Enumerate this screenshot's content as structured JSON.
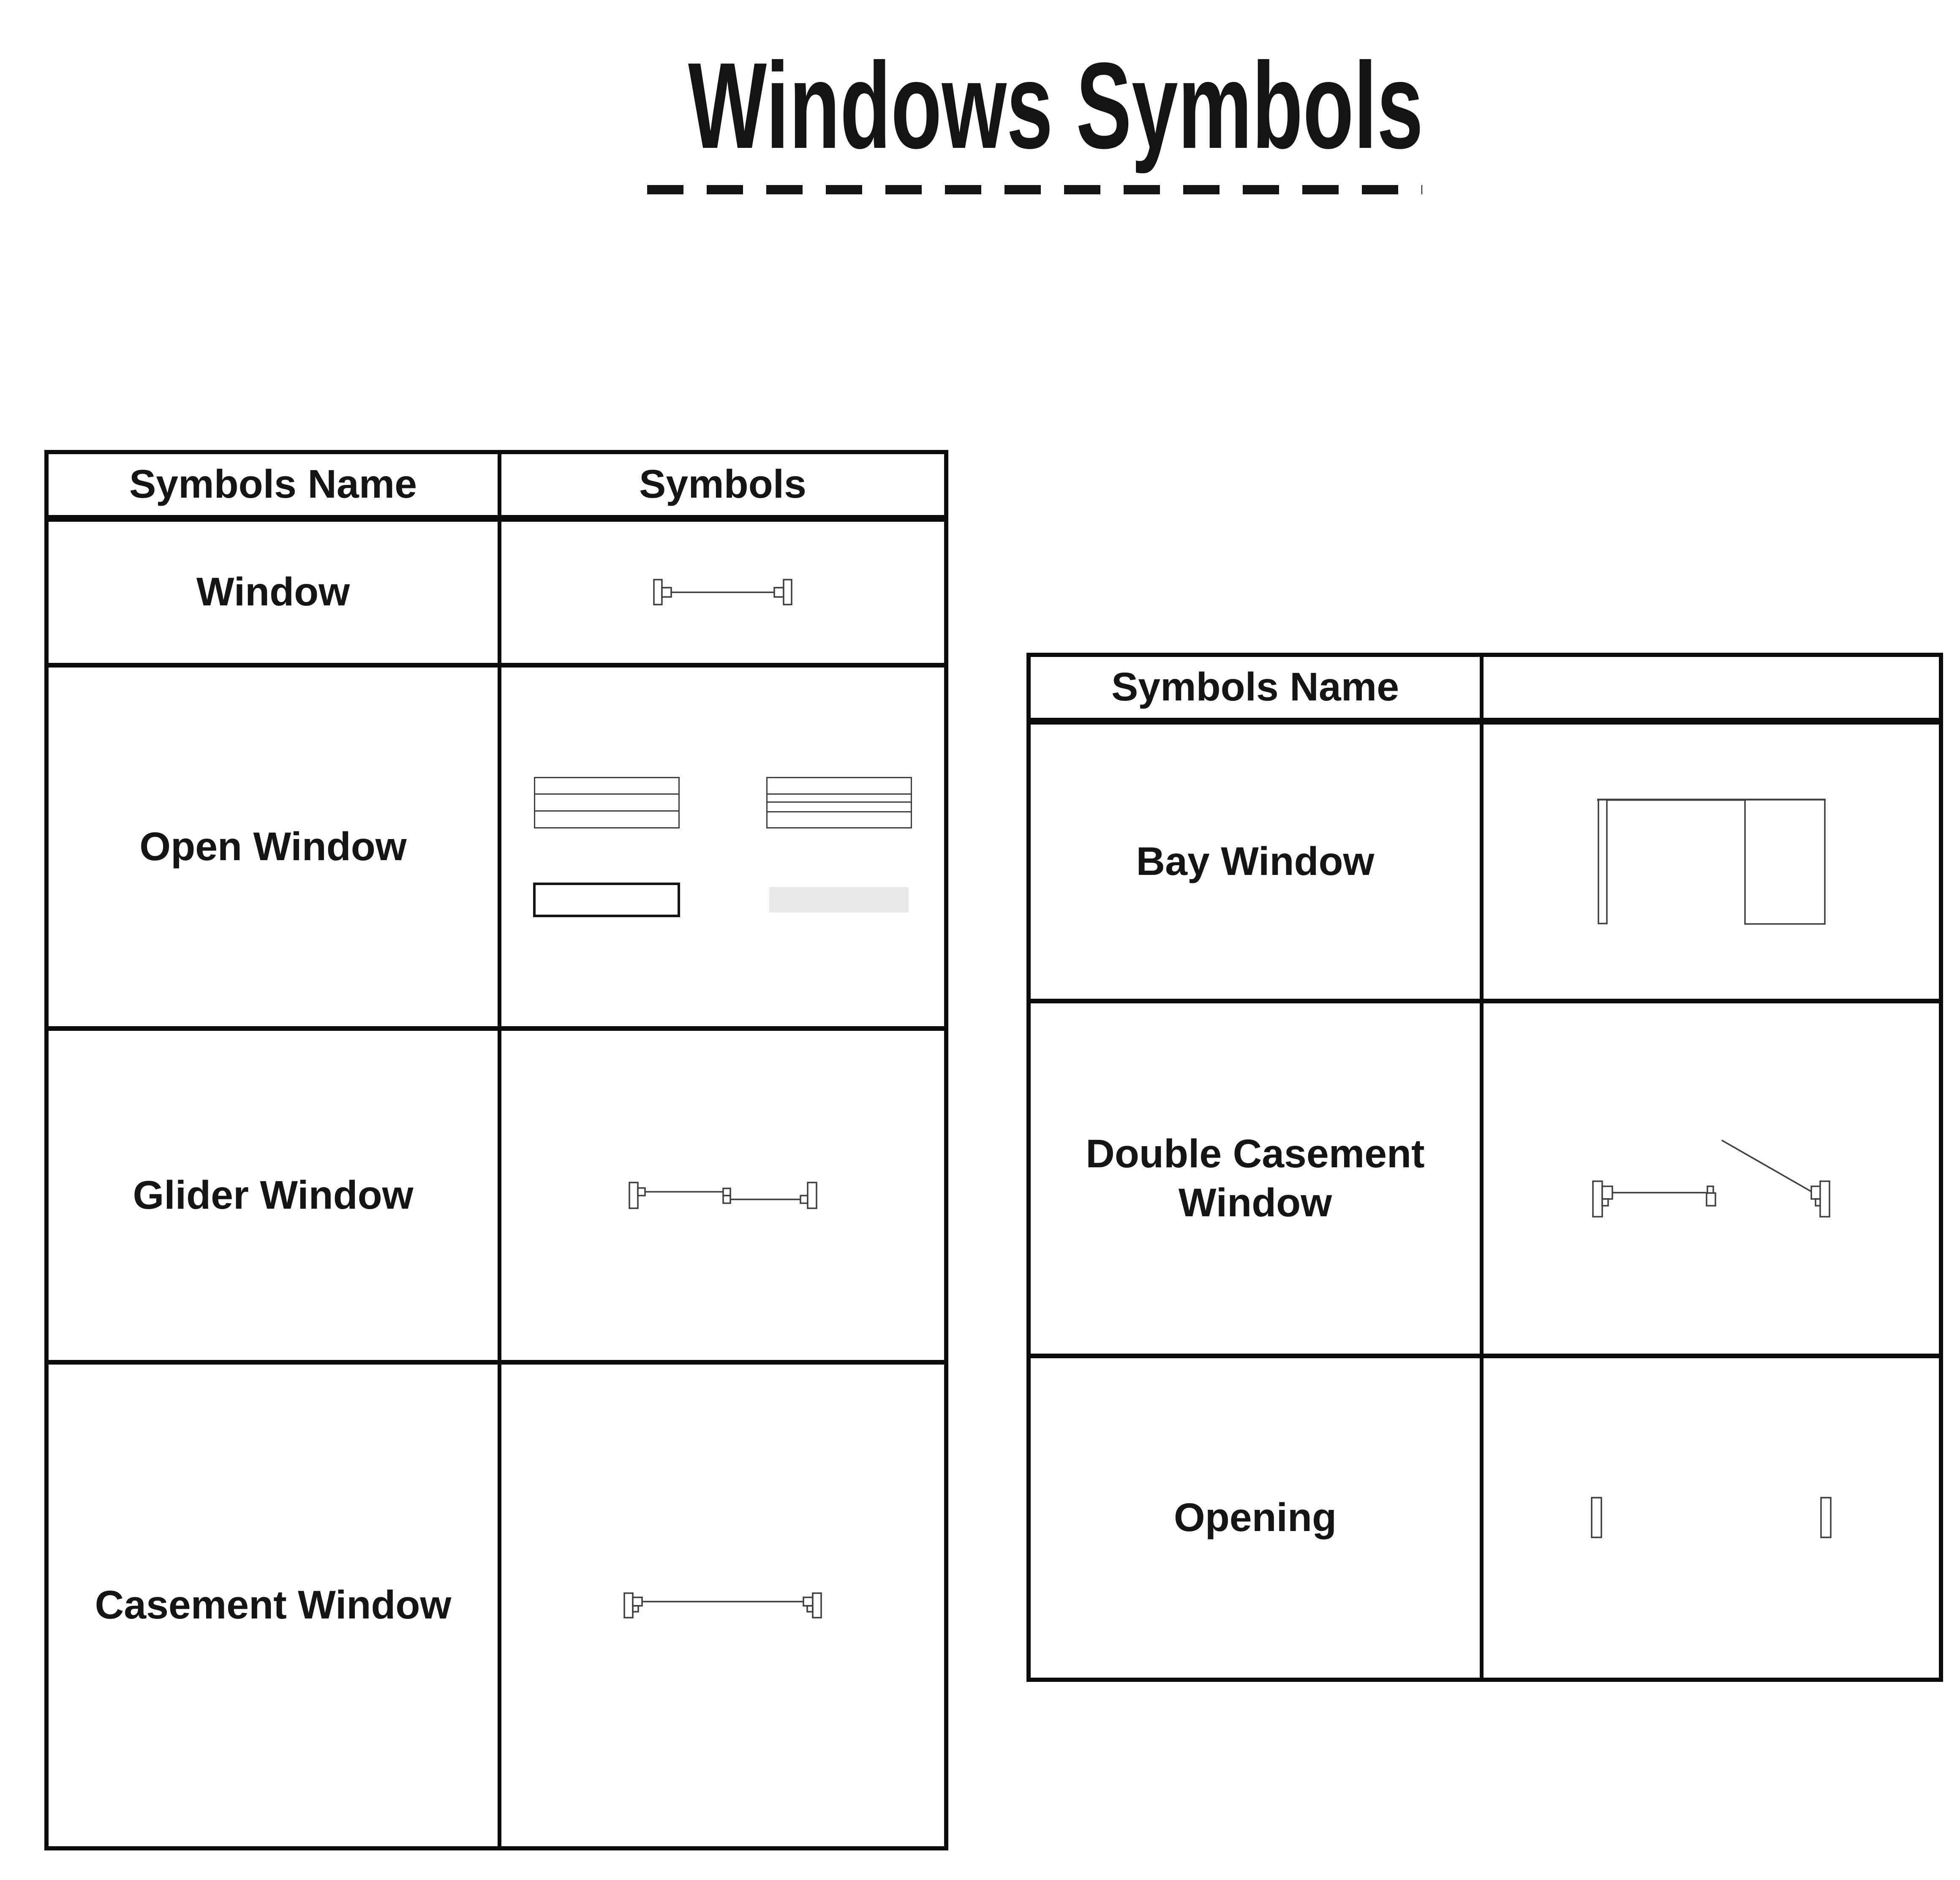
{
  "title": "Windows Symbols",
  "colors": {
    "ink": "#151515",
    "symbol_stroke": "#3d3d3d",
    "muted_fill": "#e9e9e9",
    "border": "#0c0c0c"
  },
  "left_table": {
    "headers": {
      "name": "Symbols Name",
      "symbols": "Symbols"
    },
    "rows": [
      {
        "name": "Window",
        "symbol": "window-plan-symbol"
      },
      {
        "name": "Open Window",
        "symbol": "open-window-plan-symbols"
      },
      {
        "name": "Glider Window",
        "symbol": "glider-window-plan-symbol"
      },
      {
        "name": "Casement Window",
        "symbol": "casement-window-plan-symbol"
      }
    ]
  },
  "right_table": {
    "headers": {
      "name": "Symbols Name",
      "symbols": ""
    },
    "rows": [
      {
        "name": "Bay Window",
        "symbol": "bay-window-plan-symbol"
      },
      {
        "name": "Double Casement Window",
        "symbol": "double-casement-window-plan-symbol"
      },
      {
        "name": "Opening",
        "symbol": "opening-plan-symbol"
      }
    ]
  }
}
